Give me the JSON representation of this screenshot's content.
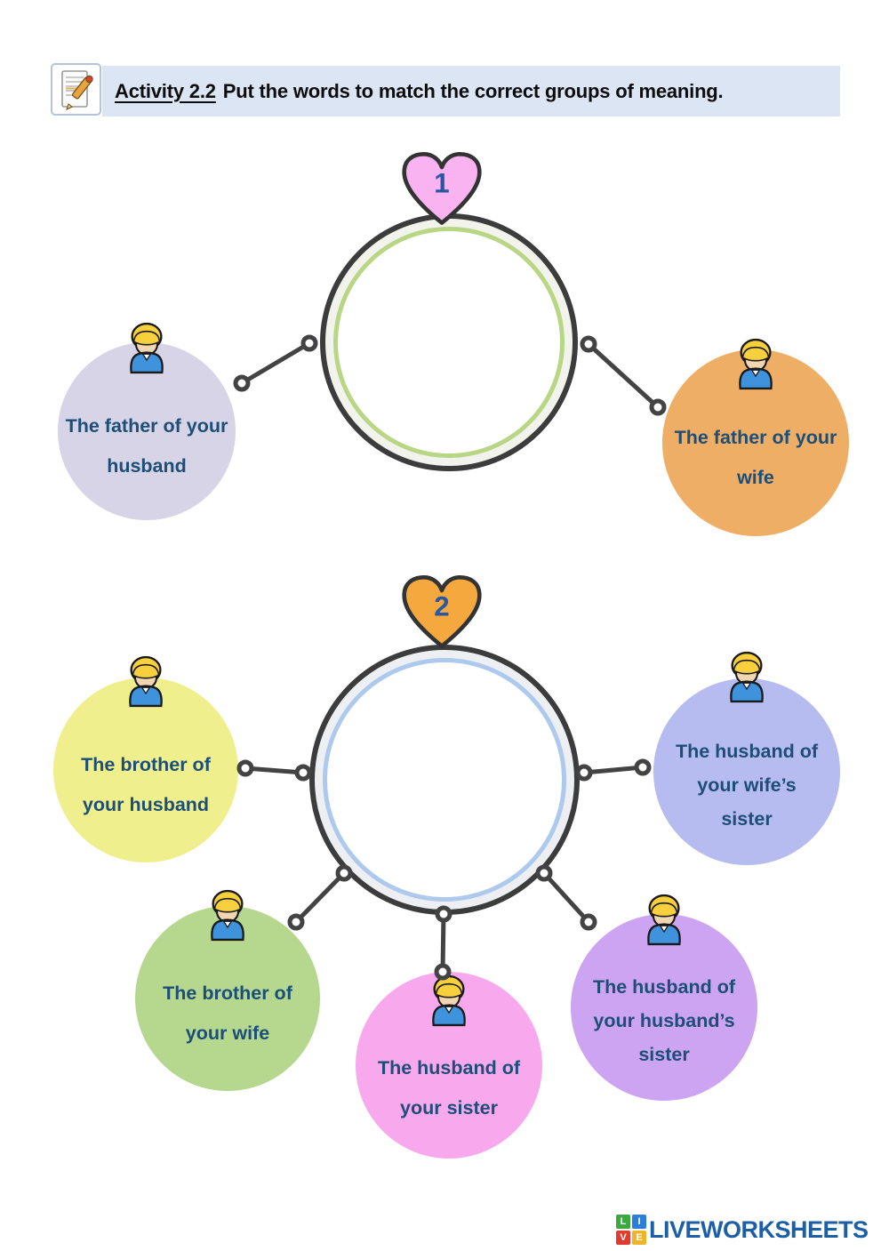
{
  "header": {
    "icon": "notepad-pencil-icon",
    "activity_label": "Activity 2.2",
    "instruction": "Put the words to match the correct groups of meaning.",
    "bar_color": "#dbe5f4"
  },
  "diagram1": {
    "number": "1",
    "heart_color": "#f8b3f0",
    "ring_color": "#b9d685",
    "circle_fill": "#f3f3ee",
    "bubbles": [
      {
        "id": "father-of-husband",
        "lines": [
          "The father of your",
          "husband"
        ],
        "color": "#d8d4e8"
      },
      {
        "id": "father-of-wife",
        "lines": [
          "The father of your",
          "wife"
        ],
        "color": "#efae66"
      }
    ]
  },
  "diagram2": {
    "number": "2",
    "heart_color": "#f4a83d",
    "ring_color": "#adc9ee",
    "circle_fill": "#edeff3",
    "bubbles": [
      {
        "id": "brother-of-husband",
        "lines": [
          "The brother of",
          "your husband"
        ],
        "color": "#f0ef8d"
      },
      {
        "id": "husband-of-wifes-sister",
        "lines": [
          "The husband of",
          "your wife’s",
          "sister"
        ],
        "color": "#b6bbf0"
      },
      {
        "id": "brother-of-wife",
        "lines": [
          "The brother of",
          "your wife"
        ],
        "color": "#b5d78e"
      },
      {
        "id": "husband-of-sister",
        "lines": [
          "The husband of",
          "your sister"
        ],
        "color": "#f8a9ee"
      },
      {
        "id": "husband-of-husbands-sister",
        "lines": [
          "The husband of",
          "your husband’s",
          "sister"
        ],
        "color": "#cda4f2"
      }
    ]
  },
  "footer": {
    "logo_squares": [
      {
        "letter": "L",
        "color": "#3ba93f"
      },
      {
        "letter": "I",
        "color": "#2d7ed9"
      },
      {
        "letter": "V",
        "color": "#e23b2e"
      },
      {
        "letter": "E",
        "color": "#f0b428"
      }
    ],
    "logo_text": "LIVEWORKSHEETS",
    "logo_text_color": "#1c5fa6"
  },
  "styles": {
    "bubble_text_color": "#1d4e77",
    "connector_color": "#434343",
    "heart_number_color": "#2a56a3"
  }
}
